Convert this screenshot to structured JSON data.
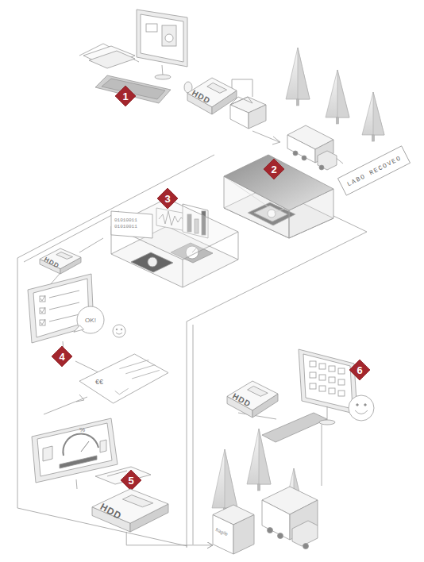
{
  "diagram": {
    "nodes": [
      {
        "text": [
          "1"
        ]
      },
      {
        "text": [
          "HDD"
        ]
      },
      {
        "text": [
          "LABO RECOVEO"
        ]
      },
      {
        "text": [
          "2"
        ]
      },
      {
        "text": [
          "3"
        ]
      },
      {
        "text": [
          "01010011 01010011"
        ]
      },
      {
        "text": [
          "HDD"
        ]
      },
      {
        "text": [
          "OK!"
        ]
      },
      {
        "text": [
          "4"
        ]
      },
      {
        "text": [
          "€€"
        ]
      },
      {
        "text": [
          "5"
        ]
      },
      {
        "text": [
          "HDD"
        ]
      },
      {
        "text": [
          "HDD"
        ]
      },
      {
        "text": [
          "6"
        ]
      },
      {
        "text": [
          "fragile"
        ]
      }
    ],
    "edges": [
      {
        "from": 11,
        "to": 14,
        "arrow": "to"
      }
    ],
    "labels": [
      "%"
    ]
  }
}
